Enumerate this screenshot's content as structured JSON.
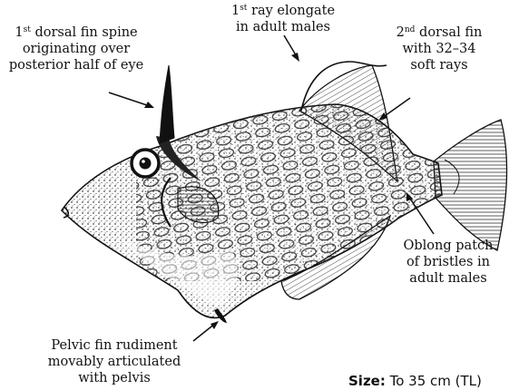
{
  "labels": {
    "dorsal_spine": {
      "line1_num": "1",
      "line1_sup": "st",
      "line1_rest": " dorsal fin spine",
      "line2": "originating over",
      "line3": "posterior half of eye"
    },
    "first_ray": {
      "line1_num": "1",
      "line1_sup": "st",
      "line1_rest": " ray elongate",
      "line2": "in adult males"
    },
    "second_dorsal": {
      "line1_num": "2",
      "line1_sup": "nd",
      "line1_rest": " dorsal fin",
      "line2": "with 32–34",
      "line3": "soft rays"
    },
    "oblong_patch": {
      "line1": "Oblong patch",
      "line2": "of bristles in",
      "line3": "adult males"
    },
    "pelvic": {
      "line1": "Pelvic fin rudiment",
      "line2": "movably articulated",
      "line3": "with pelvis"
    }
  },
  "caption": {
    "size_label": "Size:",
    "size_value": " To 35 cm (TL)"
  },
  "colors": {
    "ink": "#111111",
    "stipple": "#1a1a1a",
    "background": "#ffffff"
  }
}
